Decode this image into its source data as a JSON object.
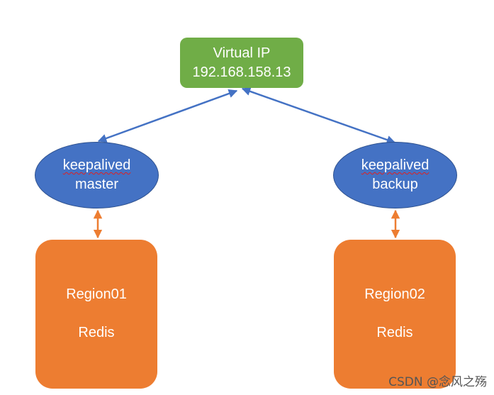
{
  "virtual_ip": {
    "title": "Virtual IP",
    "address": "192.168.158.13"
  },
  "keepalived_nodes": [
    {
      "name": "keepalived",
      "role": "master"
    },
    {
      "name": "keepalived",
      "role": "backup"
    }
  ],
  "regions": [
    {
      "name": "Region01",
      "service": "Redis"
    },
    {
      "name": "Region02",
      "service": "Redis"
    }
  ],
  "watermark": "CSDN @念风之殇",
  "colors": {
    "virtual_ip": "#70ad47",
    "keepalived": "#4472c4",
    "region": "#ed7d31",
    "vip_link": "#4472c4",
    "region_link": "#ed7d31"
  }
}
